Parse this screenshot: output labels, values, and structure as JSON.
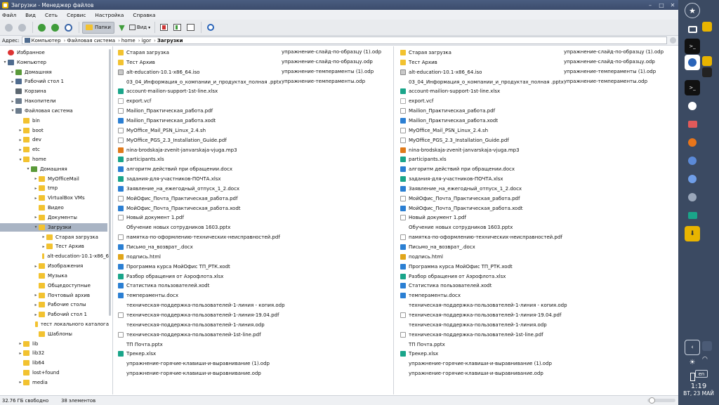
{
  "window": {
    "title": "Загрузки - Менеджер файлов"
  },
  "menu": [
    "Файл",
    "Вид",
    "Сеть",
    "Сервис",
    "Настройка",
    "Справка"
  ],
  "toolbar": {
    "folders_label": "Папки",
    "view_label": "Вид"
  },
  "address": {
    "label": "Адрес:",
    "crumbs": [
      "Компьютер",
      "Файловая система",
      "home",
      "igor",
      "Загрузки"
    ]
  },
  "tree": [
    {
      "label": "Избранное",
      "level": 0,
      "arrow": "",
      "icon": "fav"
    },
    {
      "label": "Компьютер",
      "level": 0,
      "arrow": "▾",
      "icon": "computer"
    },
    {
      "label": "Домашняя",
      "level": 1,
      "arrow": "▸",
      "icon": "home"
    },
    {
      "label": "Рабочий стол 1",
      "level": 1,
      "arrow": "▸",
      "icon": "computer"
    },
    {
      "label": "Корзина",
      "level": 1,
      "arrow": "",
      "icon": "trash"
    },
    {
      "label": "Накопители",
      "level": 1,
      "arrow": "▸",
      "icon": "drive"
    },
    {
      "label": "Файловая система",
      "level": 1,
      "arrow": "▾",
      "icon": "drive"
    },
    {
      "label": "bin",
      "level": 2,
      "arrow": "",
      "icon": "folder"
    },
    {
      "label": "boot",
      "level": 2,
      "arrow": "▸",
      "icon": "folder"
    },
    {
      "label": "dev",
      "level": 2,
      "arrow": "▸",
      "icon": "folder"
    },
    {
      "label": "etc",
      "level": 2,
      "arrow": "▸",
      "icon": "folder"
    },
    {
      "label": "home",
      "level": 2,
      "arrow": "▾",
      "icon": "folder"
    },
    {
      "label": "Домашняя",
      "level": 3,
      "arrow": "▾",
      "icon": "home"
    },
    {
      "label": "MyOfficeMail",
      "level": 4,
      "arrow": "▸",
      "icon": "folder"
    },
    {
      "label": "tmp",
      "level": 4,
      "arrow": "▸",
      "icon": "folder"
    },
    {
      "label": "VirtualBox VMs",
      "level": 4,
      "arrow": "▸",
      "icon": "folder"
    },
    {
      "label": "Видео",
      "level": 4,
      "arrow": "",
      "icon": "folder"
    },
    {
      "label": "Документы",
      "level": 4,
      "arrow": "▸",
      "icon": "folder"
    },
    {
      "label": "Загрузки",
      "level": 4,
      "arrow": "▾",
      "icon": "folder",
      "selected": true
    },
    {
      "label": "Старая загрузка",
      "level": 5,
      "arrow": "▸",
      "icon": "folder"
    },
    {
      "label": "Тест Архив",
      "level": 5,
      "arrow": "▸",
      "icon": "folder"
    },
    {
      "label": "alt-education-10.1-x86_6",
      "level": 5,
      "arrow": "",
      "icon": "folder"
    },
    {
      "label": "Изображения",
      "level": 4,
      "arrow": "▸",
      "icon": "folder"
    },
    {
      "label": "Музыка",
      "level": 4,
      "arrow": "",
      "icon": "folder"
    },
    {
      "label": "Общедоступные",
      "level": 4,
      "arrow": "",
      "icon": "folder"
    },
    {
      "label": "Почтовый архив",
      "level": 4,
      "arrow": "▸",
      "icon": "folder"
    },
    {
      "label": "Рабочие столы",
      "level": 4,
      "arrow": "▸",
      "icon": "folder"
    },
    {
      "label": "Рабочий стол 1",
      "level": 4,
      "arrow": "▸",
      "icon": "folder"
    },
    {
      "label": "тест локального каталога",
      "level": 4,
      "arrow": "",
      "icon": "folder"
    },
    {
      "label": "Шаблоны",
      "level": 4,
      "arrow": "",
      "icon": "folder"
    },
    {
      "label": "lib",
      "level": 2,
      "arrow": "▸",
      "icon": "folder"
    },
    {
      "label": "lib32",
      "level": 2,
      "arrow": "▸",
      "icon": "folder"
    },
    {
      "label": "lib64",
      "level": 2,
      "arrow": "",
      "icon": "folder"
    },
    {
      "label": "lost+found",
      "level": 2,
      "arrow": "",
      "icon": "folder"
    },
    {
      "label": "media",
      "level": 2,
      "arrow": "▸",
      "icon": "folder"
    }
  ],
  "files": [
    {
      "name": "Старая загрузка",
      "type": "folder"
    },
    {
      "name": "Тест Архив",
      "type": "folder"
    },
    {
      "name": "alt-education-10.1-x86_64.iso",
      "type": "iso"
    },
    {
      "name": "03_04_Информация_о_компании_и_продуктах_полная .pptx",
      "type": "none"
    },
    {
      "name": "account-mailion-support-1st-line.xlsx",
      "type": "xls"
    },
    {
      "name": "export.vcf",
      "type": "vcf"
    },
    {
      "name": "Mailion_Практическая_работа.pdf",
      "type": "pdf"
    },
    {
      "name": "Mailion_Практическая_работа.xodt",
      "type": "doc"
    },
    {
      "name": "MyOffice_Mail_PSN_Linux_2.4.sh",
      "type": "sh"
    },
    {
      "name": "MyOffice_PGS_2.3_Installation_Guide.pdf",
      "type": "pdf"
    },
    {
      "name": "nina-brodskaja-zvenit-janvarskaja-vjuga.mp3",
      "type": "mp3"
    },
    {
      "name": "participants.xls",
      "type": "xls"
    },
    {
      "name": "алгоритм действий при обращении.docx",
      "type": "doc"
    },
    {
      "name": "задания-для-участников-ПОЧТА.xlsx",
      "type": "xls"
    },
    {
      "name": "Заявление_на_ежегодный_отпуск_1_2.docx",
      "type": "doc"
    },
    {
      "name": "МойОфис_Почта_Практическая_работа.pdf",
      "type": "pdf"
    },
    {
      "name": "МойОфис_Почта_Практическая_работа.xodt",
      "type": "doc"
    },
    {
      "name": "Новый документ 1.pdf",
      "type": "pdf"
    },
    {
      "name": "Обучение новых сотрудников 1603.pptx",
      "type": "none"
    },
    {
      "name": "памятка-по-оформлению-технических-неисправностей.pdf",
      "type": "pdf"
    },
    {
      "name": "Письмо_на_возврат_.docx",
      "type": "doc"
    },
    {
      "name": "подпись.html",
      "type": "html"
    },
    {
      "name": "Программа курса МойОфис ТП_РТК.xodt",
      "type": "doc"
    },
    {
      "name": "Разбор обращения от Аэрофлота.xlsx",
      "type": "xls"
    },
    {
      "name": "Статистика пользователей.xodt",
      "type": "doc"
    },
    {
      "name": "темпераменты.docx",
      "type": "doc"
    },
    {
      "name": "техническая-поддержка-пользователей-1-линия - копия.odp",
      "type": "none"
    },
    {
      "name": "техническая-поддержка-пользователей-1-линия-19.04.pdf",
      "type": "pdf"
    },
    {
      "name": "техническая-поддержка-пользователей-1-линия.odp",
      "type": "none"
    },
    {
      "name": "техническая-поддержка-пользователей-1st-line.pdf",
      "type": "pdf"
    },
    {
      "name": "ТП Почта.pptx",
      "type": "none"
    },
    {
      "name": "Трекер.xlsx",
      "type": "xls"
    },
    {
      "name": "упражнение-горячие-клавиши-и-выравнивание (1).odp",
      "type": "none"
    },
    {
      "name": "упражнение-горячие-клавиши-и-выравнивание.odp",
      "type": "none"
    }
  ],
  "files_col2": [
    "упражнение-слайд-по-образцу (1).odp",
    "упражнение-слайд-по-образцу.odp",
    "упражнение-темпераменты (1).odp",
    "упражнение-темпераменты.odp"
  ],
  "status": {
    "free": "32.76 ГБ свободно",
    "count": "38 элементов"
  },
  "dock": {
    "time": "1:19",
    "date": "ВТ, 23 МАЙ",
    "lang": "en"
  }
}
